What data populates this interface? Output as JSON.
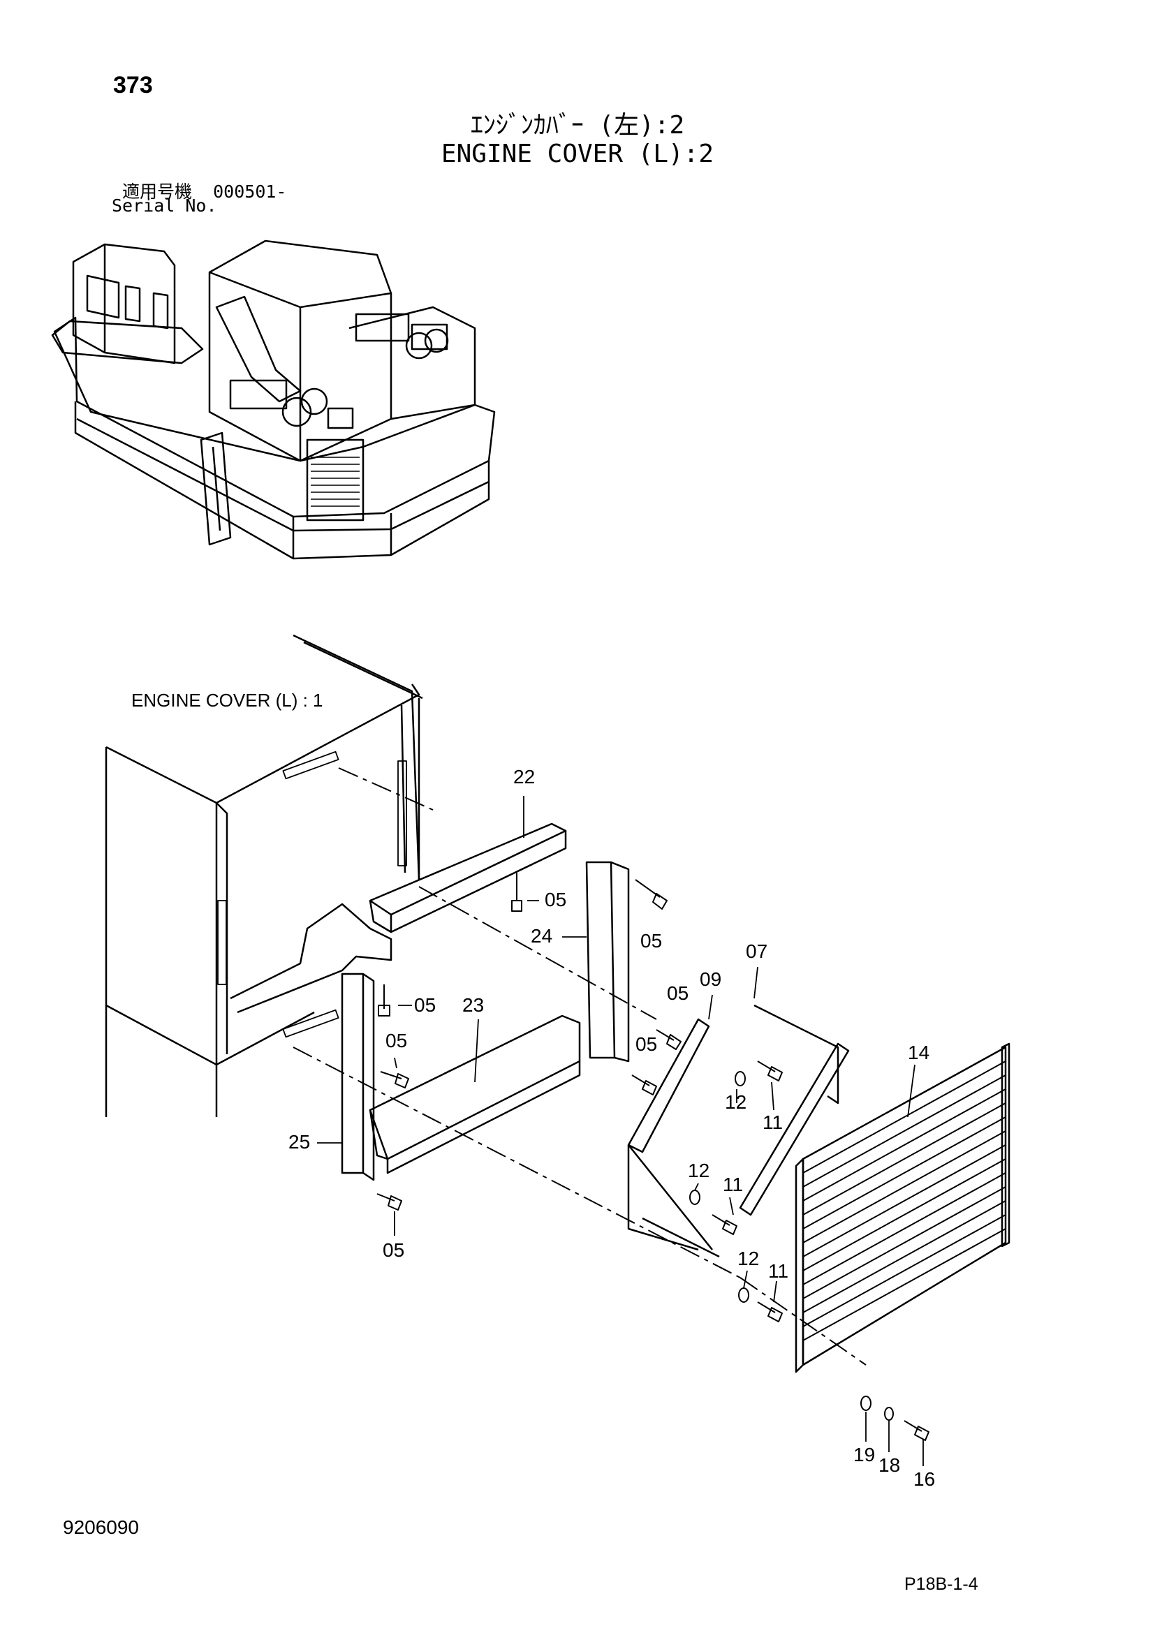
{
  "header": {
    "page_number": "373",
    "title_jp": "ｴﾝｼﾞﾝｶﾊﾞｰ (左):2",
    "title_en": "ENGINE COVER (L):2",
    "serial_label_jp": "適用号機",
    "serial_value": "000501-",
    "serial_label_en": "Serial No."
  },
  "diagram": {
    "reference_label": "ENGINE COVER (L) : 1",
    "callouts": [
      "22",
      "05",
      "24",
      "05",
      "05",
      "05",
      "23",
      "09",
      "07",
      "05",
      "05",
      "12",
      "11",
      "14",
      "25",
      "12",
      "11",
      "05",
      "12",
      "11",
      "19",
      "18",
      "16"
    ]
  },
  "footer": {
    "doc_number": "9206090",
    "page_code": "P18B-1-4"
  },
  "colors": {
    "ink": "#000000",
    "paper": "#ffffff"
  }
}
